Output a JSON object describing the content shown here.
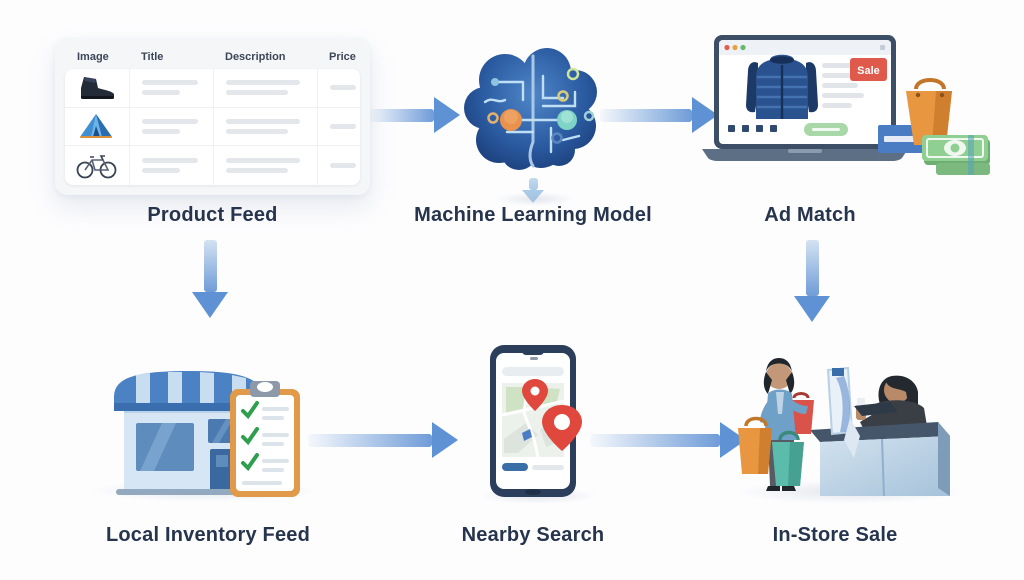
{
  "diagram": {
    "labels": {
      "product_feed": "Product Feed",
      "ml_model": "Machine Learning Model",
      "ad_match": "Ad Match",
      "local_inventory_feed": "Local Inventory Feed",
      "nearby_search": "Nearby Search",
      "in_store_sale": "In-Store Sale"
    },
    "product_table": {
      "headers": [
        "Image",
        "Title",
        "Description",
        "Price"
      ],
      "rows": [
        {
          "image": "boot"
        },
        {
          "image": "tent"
        },
        {
          "image": "bicycle"
        }
      ]
    },
    "ad_browser": {
      "sale_badge": "Sale"
    },
    "colors": {
      "arrow_blue": "#5e92d4",
      "label_navy": "#26344d",
      "sale_red": "#e05a4c",
      "brain_blue": "#2a5298",
      "store_blue": "#4a82c4",
      "pin_red": "#e0483e",
      "money_green": "#8fcf92",
      "bag_orange": "#e8963f",
      "background": "#fdfdfe"
    }
  }
}
